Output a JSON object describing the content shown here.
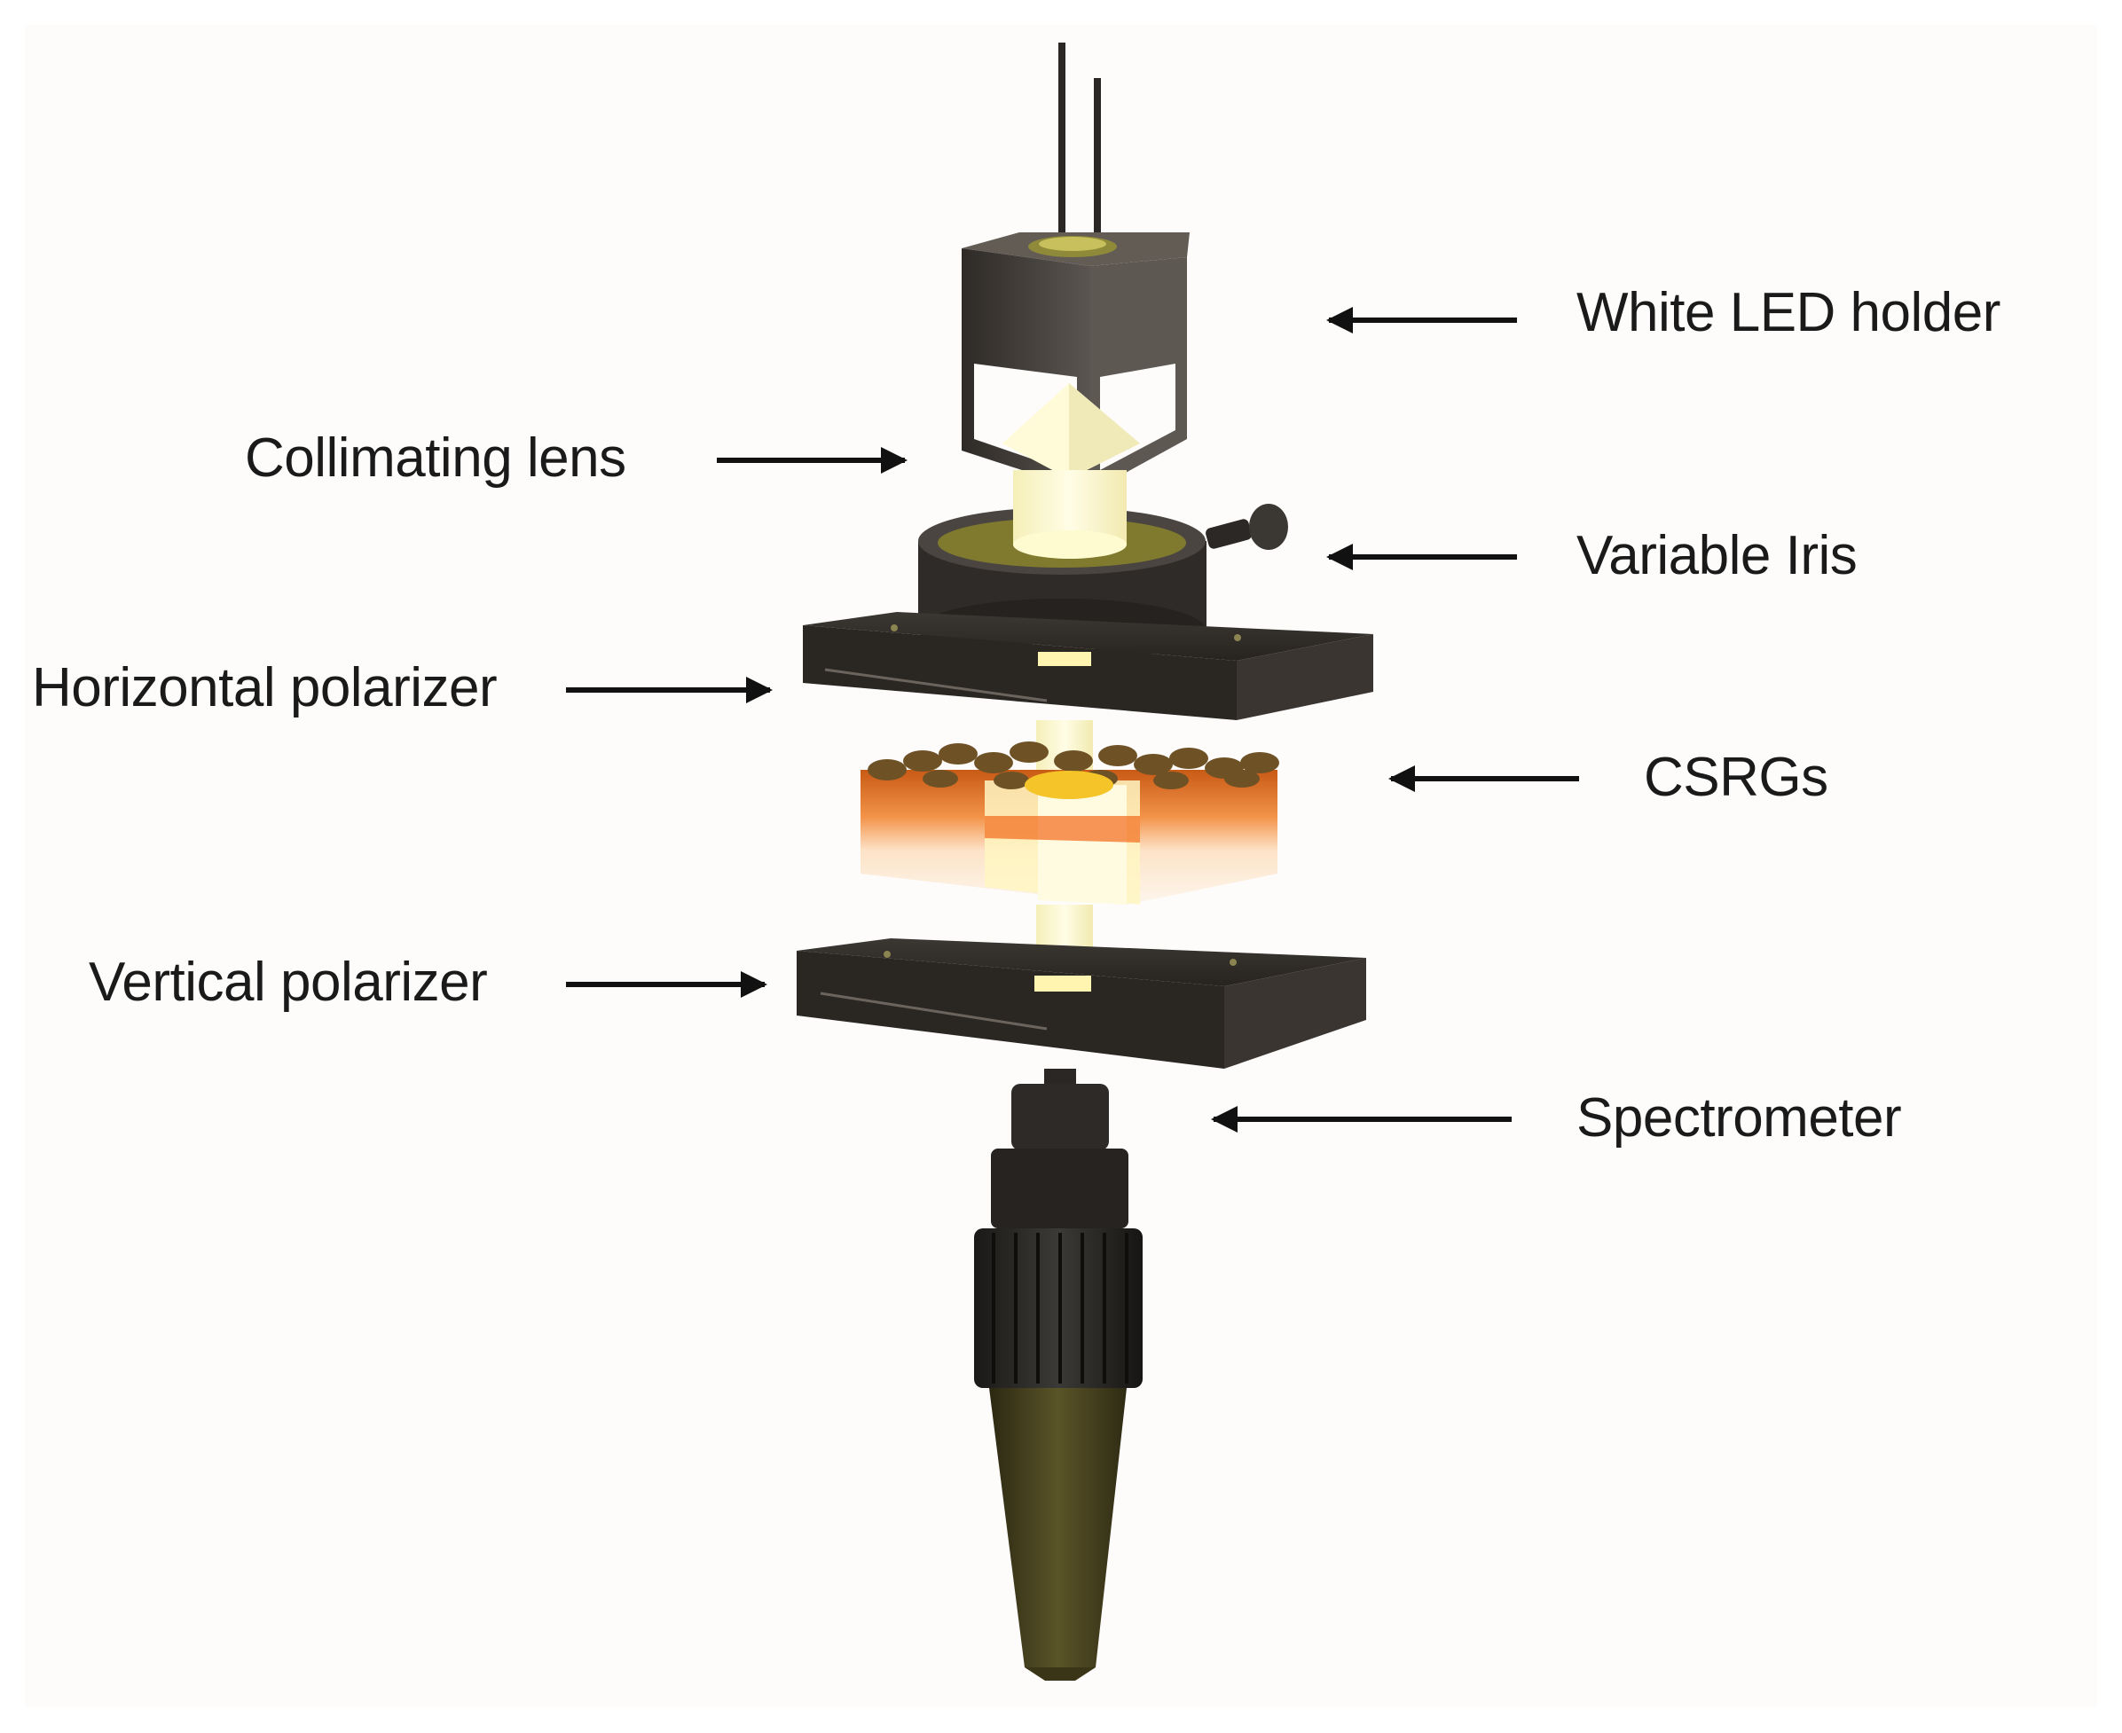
{
  "labels": {
    "white_led_holder": "White LED holder",
    "collimating_lens": "Collimating lens",
    "variable_iris": "Variable Iris",
    "horizontal_polarizer": "Horizontal polarizer",
    "csrgs": "CSRGs",
    "vertical_polarizer": "Vertical polarizer",
    "spectrometer": "Spectrometer"
  },
  "colors": {
    "background": "#fdfcfb",
    "housing_dark": "#3a3632",
    "light_beam": "#fffbd0",
    "fiber_olive": "#4a4420",
    "sample_orange": "#f07a2a",
    "arrow": "#111111"
  }
}
